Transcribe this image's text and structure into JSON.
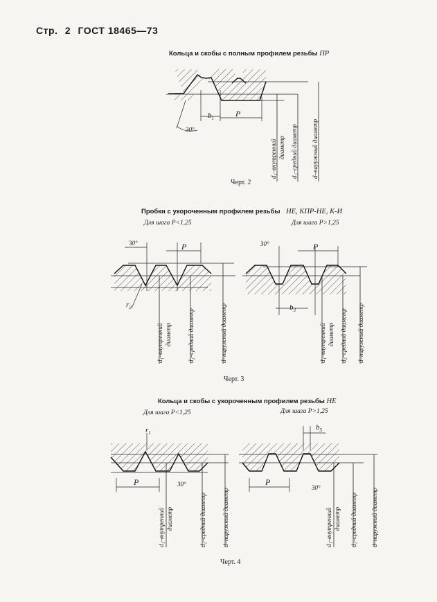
{
  "header": {
    "page_label": "Стр.",
    "page_number": "2",
    "standard": "ГОСТ 18465—73"
  },
  "section1": {
    "title": "Кольца и скобы с полным профилем резьбы",
    "profile": "ПР",
    "caption": "Черт. 2",
    "labels": {
      "b1": "b",
      "b1_sub": "1",
      "p": "P",
      "angle": "30°",
      "d1": "d₁–внутренний",
      "d1b": "диаметр",
      "d2": "d₂–средний диаметр",
      "d": "d–наружный диаметр"
    }
  },
  "section2": {
    "title": "Пробки с укороченным профилем резьбы",
    "profile": "НЕ, КПР-НЕ, К-И",
    "left_sub": "Для шага P<1,25",
    "right_sub": "Для шага P>1,25",
    "caption": "Черт. 3",
    "labels": {
      "angle": "30°",
      "p": "P",
      "r": "r",
      "r_sub": "2",
      "b3": "b",
      "b3_sub": "3",
      "d1": "d₁–внутренний",
      "d1b": "диаметр",
      "d2": "d₂–средний диаметр",
      "d": "d–наружный диаметр"
    }
  },
  "section3": {
    "title": "Кольца и скобы с укороченным профилем резьбы",
    "profile": "НЕ",
    "left_sub": "Для шага P<1,25",
    "right_sub": "Для шага P>1,25",
    "caption": "Черт. 4",
    "labels": {
      "angle": "30°",
      "p": "P",
      "r": "r",
      "r_sub": "1",
      "b5": "b",
      "b5_sub": "5",
      "d1": "d₁–внутренний",
      "d1b": "диаметр",
      "d2": "d₂–средний диаметр",
      "d": "d–наружный диаметр"
    }
  }
}
